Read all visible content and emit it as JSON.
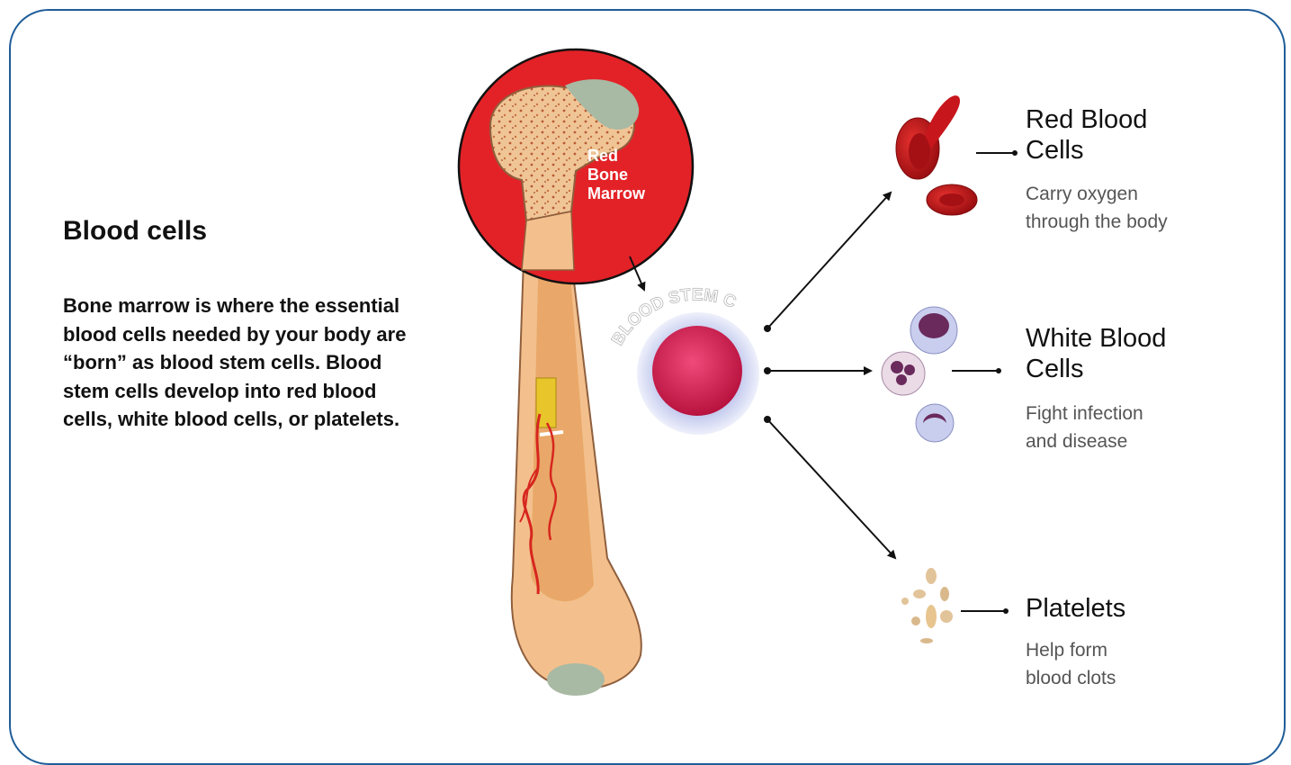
{
  "heading": "Blood cells",
  "description": "Bone marrow is where the essential blood cells needed by your body are “born” as blood stem cells. Blood stem cells develop into red blood cells, white blood cells, or platelets.",
  "marrow_label": {
    "line1": "Red",
    "line2": "Bone",
    "line3": "Marrow"
  },
  "stem_cell_label": "BLOOD STEM CELL",
  "cells": {
    "red": {
      "title_line1": "Red Blood",
      "title_line2": "Cells",
      "desc_line1": "Carry oxygen",
      "desc_line2": "through the body"
    },
    "white": {
      "title_line1": "White Blood",
      "title_line2": "Cells",
      "desc_line1": "Fight infection",
      "desc_line2": "and disease"
    },
    "platelets": {
      "title": "Platelets",
      "desc_line1": "Help form",
      "desc_line2": "blood clots"
    }
  },
  "colors": {
    "frame": "#1f5d99",
    "marrow_circle": "#e32227",
    "bone": "#f3c08d",
    "bone_cavity": "#e9a869",
    "cartilage": "#a8b9a4",
    "red_cell": "#c8161d",
    "stem_cell": "#d4285a",
    "stem_cell_halo": "#b7bde3",
    "vessel": "#d7261e",
    "arrow": "#111111",
    "platelet": "#e2c49a"
  },
  "icons": [
    "femur-bone-illustration",
    "marrow-zoom-circle",
    "blood-stem-cell-icon",
    "red-blood-cell-icon",
    "white-blood-cell-icon",
    "platelet-icon",
    "arrow-icon"
  ]
}
